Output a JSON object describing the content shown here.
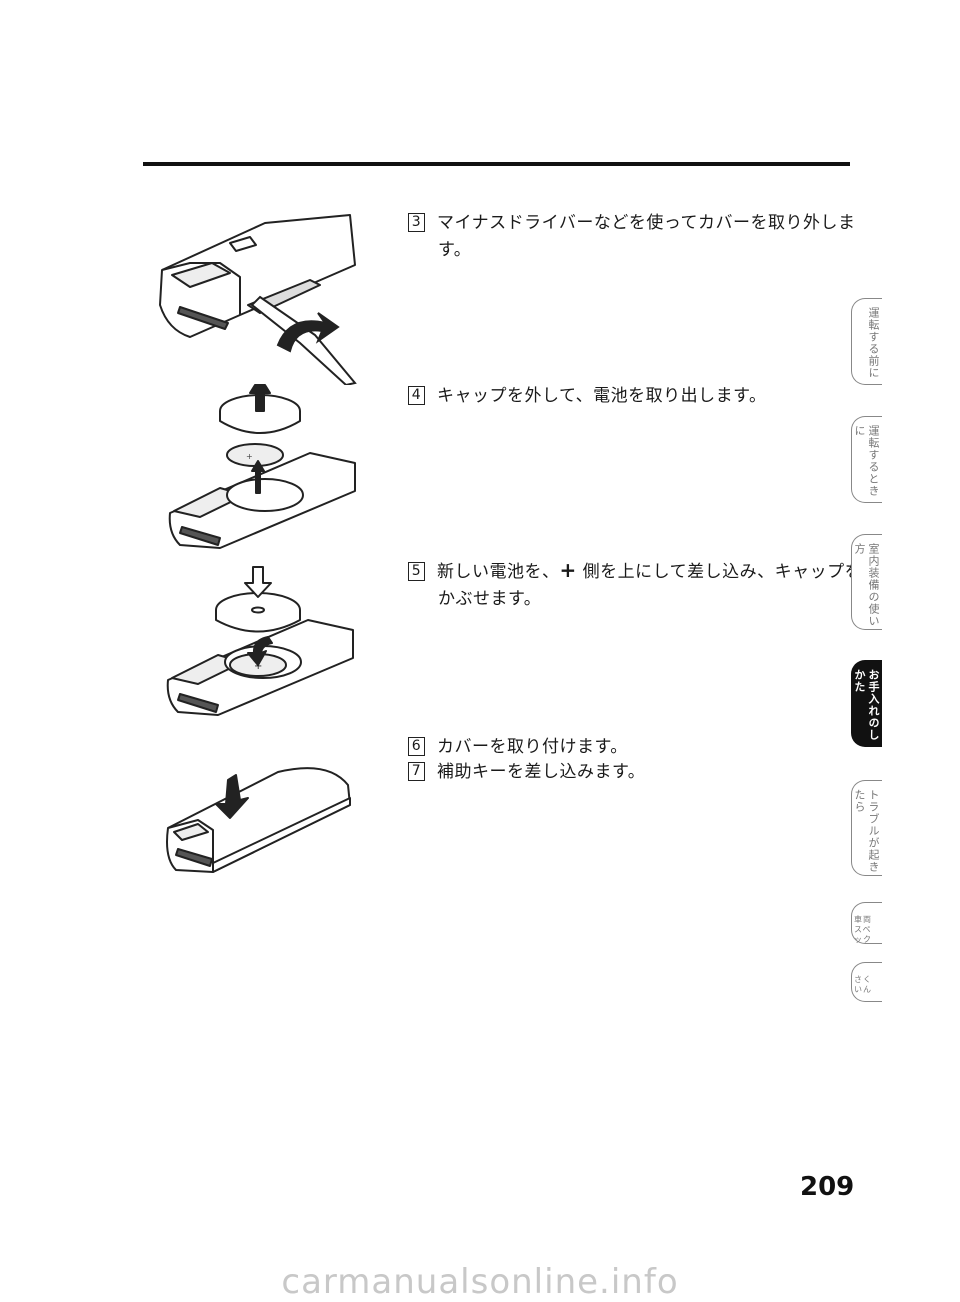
{
  "steps": [
    {
      "num": "3",
      "line1": "マイナスドライバーなどを使ってカバーを取り外しま",
      "line2": "す。"
    },
    {
      "num": "4",
      "line1": "キャップを外して、電池を取り出します。"
    },
    {
      "num": "5",
      "line1a": "新しい電池を、",
      "plus": "+",
      "line1b": " 側を上にして差し込み、キャップを",
      "line2": "かぶせます。"
    },
    {
      "num": "6",
      "line1": "カバーを取り付けます。"
    },
    {
      "num": "7",
      "line1": "補助キーを差し込みます。"
    }
  ],
  "tabs": [
    {
      "label": "運転する前に",
      "active": false
    },
    {
      "label": "運転するときに",
      "active": false
    },
    {
      "label": "室内装備の使い方",
      "active": false
    },
    {
      "label": "お手入れのしかた",
      "active": true
    },
    {
      "label": "トラブルが起きたら",
      "active": false
    },
    {
      "label": "車両スペック",
      "active": false
    },
    {
      "label": "さくいん",
      "active": false
    }
  ],
  "page_number": "209",
  "watermark": "carmanualsonline.info"
}
